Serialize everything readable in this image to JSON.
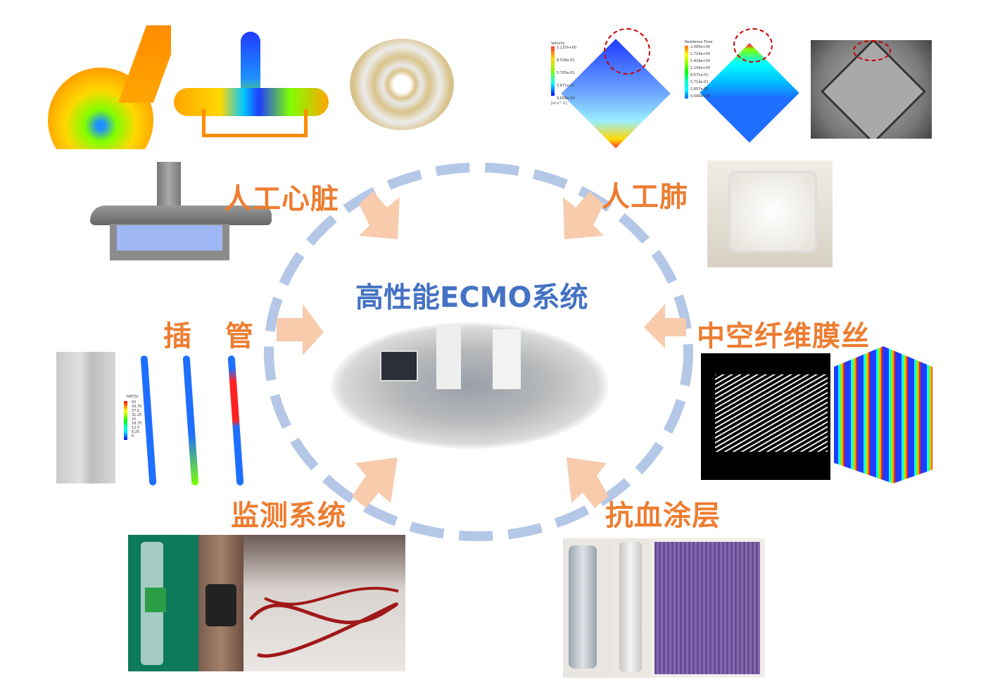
{
  "title": "高性能ECMO系统",
  "labels": {
    "artificial_heart": "人工心脏",
    "artificial_lung": "人工肺",
    "cannula": [
      "插",
      "管"
    ],
    "hollow_fiber": "中空纤维膜丝",
    "monitoring": "监测系统",
    "anticoagulant_coating": "抗血涂层"
  },
  "velocity_legend": {
    "title": "Velocity",
    "values": [
      "1.137e+00",
      "8.539e-01",
      "5.705e-01",
      "2.871e-01",
      "3.658e-03"
    ],
    "unit": "[m s^-1]"
  },
  "residence_legend": {
    "title": "Residence Time",
    "values": [
      "2.000e+00",
      "1.714e+00",
      "1.429e+00",
      "1.143e+00",
      "8.571e-01",
      "5.714e-01",
      "2.857e-01",
      "0.000e+00"
    ]
  },
  "rrt_legend": {
    "title": "RRT(S)",
    "values": [
      "50",
      "43.75",
      "37.5",
      "31.25",
      "25",
      "18.75",
      "12.5",
      "6.25",
      "0"
    ]
  },
  "colors": {
    "label": "#ed7d31",
    "title": "#4472c4",
    "ring": "#b4c7e7",
    "arrow": "#f8cbad"
  }
}
